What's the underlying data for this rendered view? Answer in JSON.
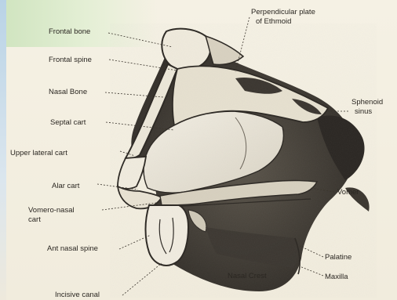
{
  "labels": {
    "frontal_bone": "Frontal bone",
    "frontal_spine": "Frontal spine",
    "nasal_bone": "Nasal Bone",
    "septal_cart": "Septal cart",
    "upper_lateral_cart": "Upper lateral cart",
    "alar_cart": "Alar cart",
    "vomero_nasal_cart_line1": "Vomero-nasal",
    "vomero_nasal_cart_line2": "cart",
    "ant_nasal_spine": "Ant nasal spine",
    "incisive_canal": "Incisive canal",
    "perpendicular_plate_line1": "Perpendicular plate",
    "perpendicular_plate_line2": "of Ethmoid",
    "sphenoid_sinus_line1": "Sphenoid",
    "sphenoid_sinus_line2": "sinus",
    "vomer": "Vomer",
    "palatine": "Palatine",
    "maxilla": "Maxilla",
    "nasal_crest": "Nasal Crest"
  }
}
